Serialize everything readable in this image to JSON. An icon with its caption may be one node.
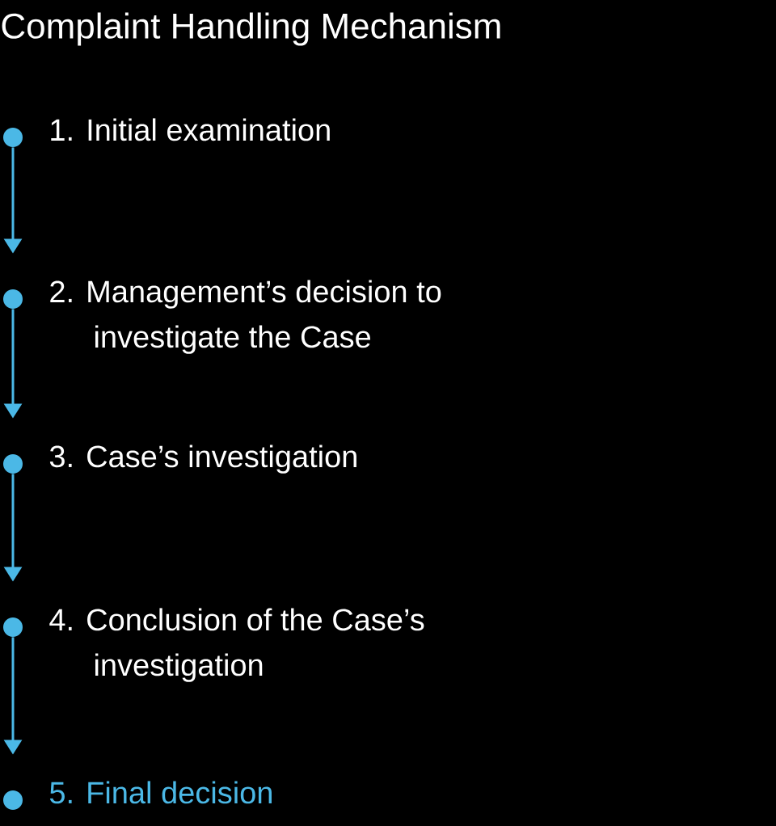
{
  "diagram": {
    "title": "Complaint Handling Mechanism",
    "nodes": [
      {
        "text": [],
        "shape": "circle",
        "beside": [
          "1. Initial examination"
        ]
      },
      {
        "text": [],
        "shape": "circle",
        "beside": [
          "2. Management’s decision to investigate the Case"
        ]
      },
      {
        "text": [],
        "shape": "circle",
        "beside": [
          "3. Case’s investigation"
        ]
      },
      {
        "text": [],
        "shape": "circle",
        "beside": [
          "4. Conclusion of the Case’s investigation"
        ]
      },
      {
        "text": [],
        "shape": "circle",
        "beside": [
          "5. Final decision"
        ]
      }
    ],
    "edges": [
      {
        "from": 0,
        "to": 1,
        "arrow": "to"
      },
      {
        "from": 1,
        "to": 2,
        "arrow": "to"
      },
      {
        "from": 2,
        "to": 3,
        "arrow": "to"
      },
      {
        "from": 3,
        "to": 4,
        "arrow": "to"
      }
    ]
  }
}
